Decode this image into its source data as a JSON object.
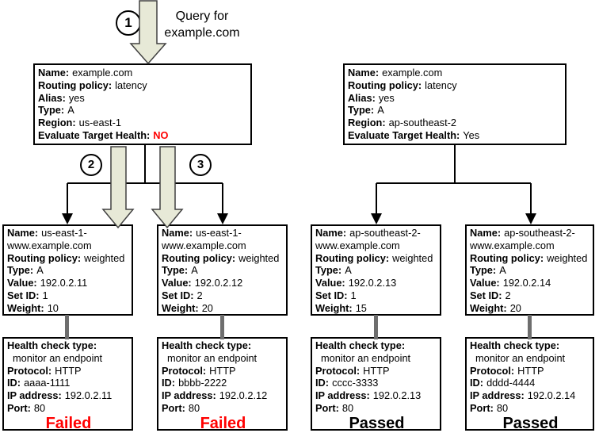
{
  "query": {
    "step": "1",
    "label": "Query for example.com"
  },
  "steps": {
    "s1": "1",
    "s2": "2",
    "s3": "3"
  },
  "latency_records": [
    {
      "fields": [
        {
          "l": "Name:",
          "v": "example.com"
        },
        {
          "l": "Routing policy:",
          "v": "latency"
        },
        {
          "l": "Alias:",
          "v": "yes"
        },
        {
          "l": "Type:",
          "v": "A"
        },
        {
          "l": "Region:",
          "v": "us-east-1"
        },
        {
          "l": "Evaluate Target Health:",
          "v": "NO"
        }
      ]
    },
    {
      "fields": [
        {
          "l": "Name:",
          "v": "example.com"
        },
        {
          "l": "Routing policy:",
          "v": "latency"
        },
        {
          "l": "Alias:",
          "v": "yes"
        },
        {
          "l": "Type:",
          "v": "A"
        },
        {
          "l": "Region:",
          "v": "ap-southeast-2"
        },
        {
          "l": "Evaluate Target Health:",
          "v": "Yes"
        }
      ]
    }
  ],
  "weighted_records": [
    {
      "fields": [
        {
          "l": "Name:",
          "v": "us-east-1-www.example.com"
        },
        {
          "l": "Routing policy:",
          "v": "weighted"
        },
        {
          "l": "Type:",
          "v": "A"
        },
        {
          "l": "Value:",
          "v": "192.0.2.11"
        },
        {
          "l": "Set ID:",
          "v": "1"
        },
        {
          "l": "Weight:",
          "v": "10"
        }
      ]
    },
    {
      "fields": [
        {
          "l": "Name:",
          "v": "us-east-1-www.example.com"
        },
        {
          "l": "Routing policy:",
          "v": "weighted"
        },
        {
          "l": "Type:",
          "v": "A"
        },
        {
          "l": "Value:",
          "v": "192.0.2.12"
        },
        {
          "l": "Set ID:",
          "v": "2"
        },
        {
          "l": "Weight:",
          "v": "20"
        }
      ]
    },
    {
      "fields": [
        {
          "l": "Name:",
          "v": "ap-southeast-2-www.example.com"
        },
        {
          "l": "Routing policy:",
          "v": "weighted"
        },
        {
          "l": "Type:",
          "v": "A"
        },
        {
          "l": "Value:",
          "v": "192.0.2.13"
        },
        {
          "l": "Set ID:",
          "v": "1"
        },
        {
          "l": "Weight:",
          "v": "15"
        }
      ]
    },
    {
      "fields": [
        {
          "l": "Name:",
          "v": "ap-southeast-2-www.example.com"
        },
        {
          "l": "Routing policy:",
          "v": "weighted"
        },
        {
          "l": "Type:",
          "v": "A"
        },
        {
          "l": "Value:",
          "v": "192.0.2.14"
        },
        {
          "l": "Set ID:",
          "v": "2"
        },
        {
          "l": "Weight:",
          "v": "20"
        }
      ]
    }
  ],
  "health_checks": [
    {
      "type_label": "Health check type:",
      "type_value": "monitor an endpoint",
      "fields": [
        {
          "l": "Protocol:",
          "v": "HTTP"
        },
        {
          "l": "ID:",
          "v": "aaaa-1111"
        },
        {
          "l": "IP address:",
          "v": "192.0.2.11"
        },
        {
          "l": "Port:",
          "v": "80"
        }
      ],
      "status": "Failed"
    },
    {
      "type_label": "Health check type:",
      "type_value": "monitor an endpoint",
      "fields": [
        {
          "l": "Protocol:",
          "v": "HTTP"
        },
        {
          "l": "ID:",
          "v": "bbbb-2222"
        },
        {
          "l": "IP address:",
          "v": "192.0.2.12"
        },
        {
          "l": "Port:",
          "v": "80"
        }
      ],
      "status": "Failed"
    },
    {
      "type_label": "Health check type:",
      "type_value": "monitor an endpoint",
      "fields": [
        {
          "l": "Protocol:",
          "v": "HTTP"
        },
        {
          "l": "ID:",
          "v": "cccc-3333"
        },
        {
          "l": "IP address:",
          "v": "192.0.2.13"
        },
        {
          "l": "Port:",
          "v": "80"
        }
      ],
      "status": "Passed"
    },
    {
      "type_label": "Health check type:",
      "type_value": "monitor an endpoint",
      "fields": [
        {
          "l": "Protocol:",
          "v": "HTTP"
        },
        {
          "l": "ID:",
          "v": "dddd-4444"
        },
        {
          "l": "IP address:",
          "v": "192.0.2.14"
        },
        {
          "l": "Port:",
          "v": "80"
        }
      ],
      "status": "Passed"
    }
  ],
  "colors": {
    "flow_arrow_fill": "#e7e9d7",
    "flow_arrow_border": "#404040",
    "connector_line": "#000000",
    "health_link": "#6e6e6e",
    "failed_text": "#ff0000",
    "passed_text": "#000000",
    "evaluate_no_highlight": "#ff0000"
  }
}
